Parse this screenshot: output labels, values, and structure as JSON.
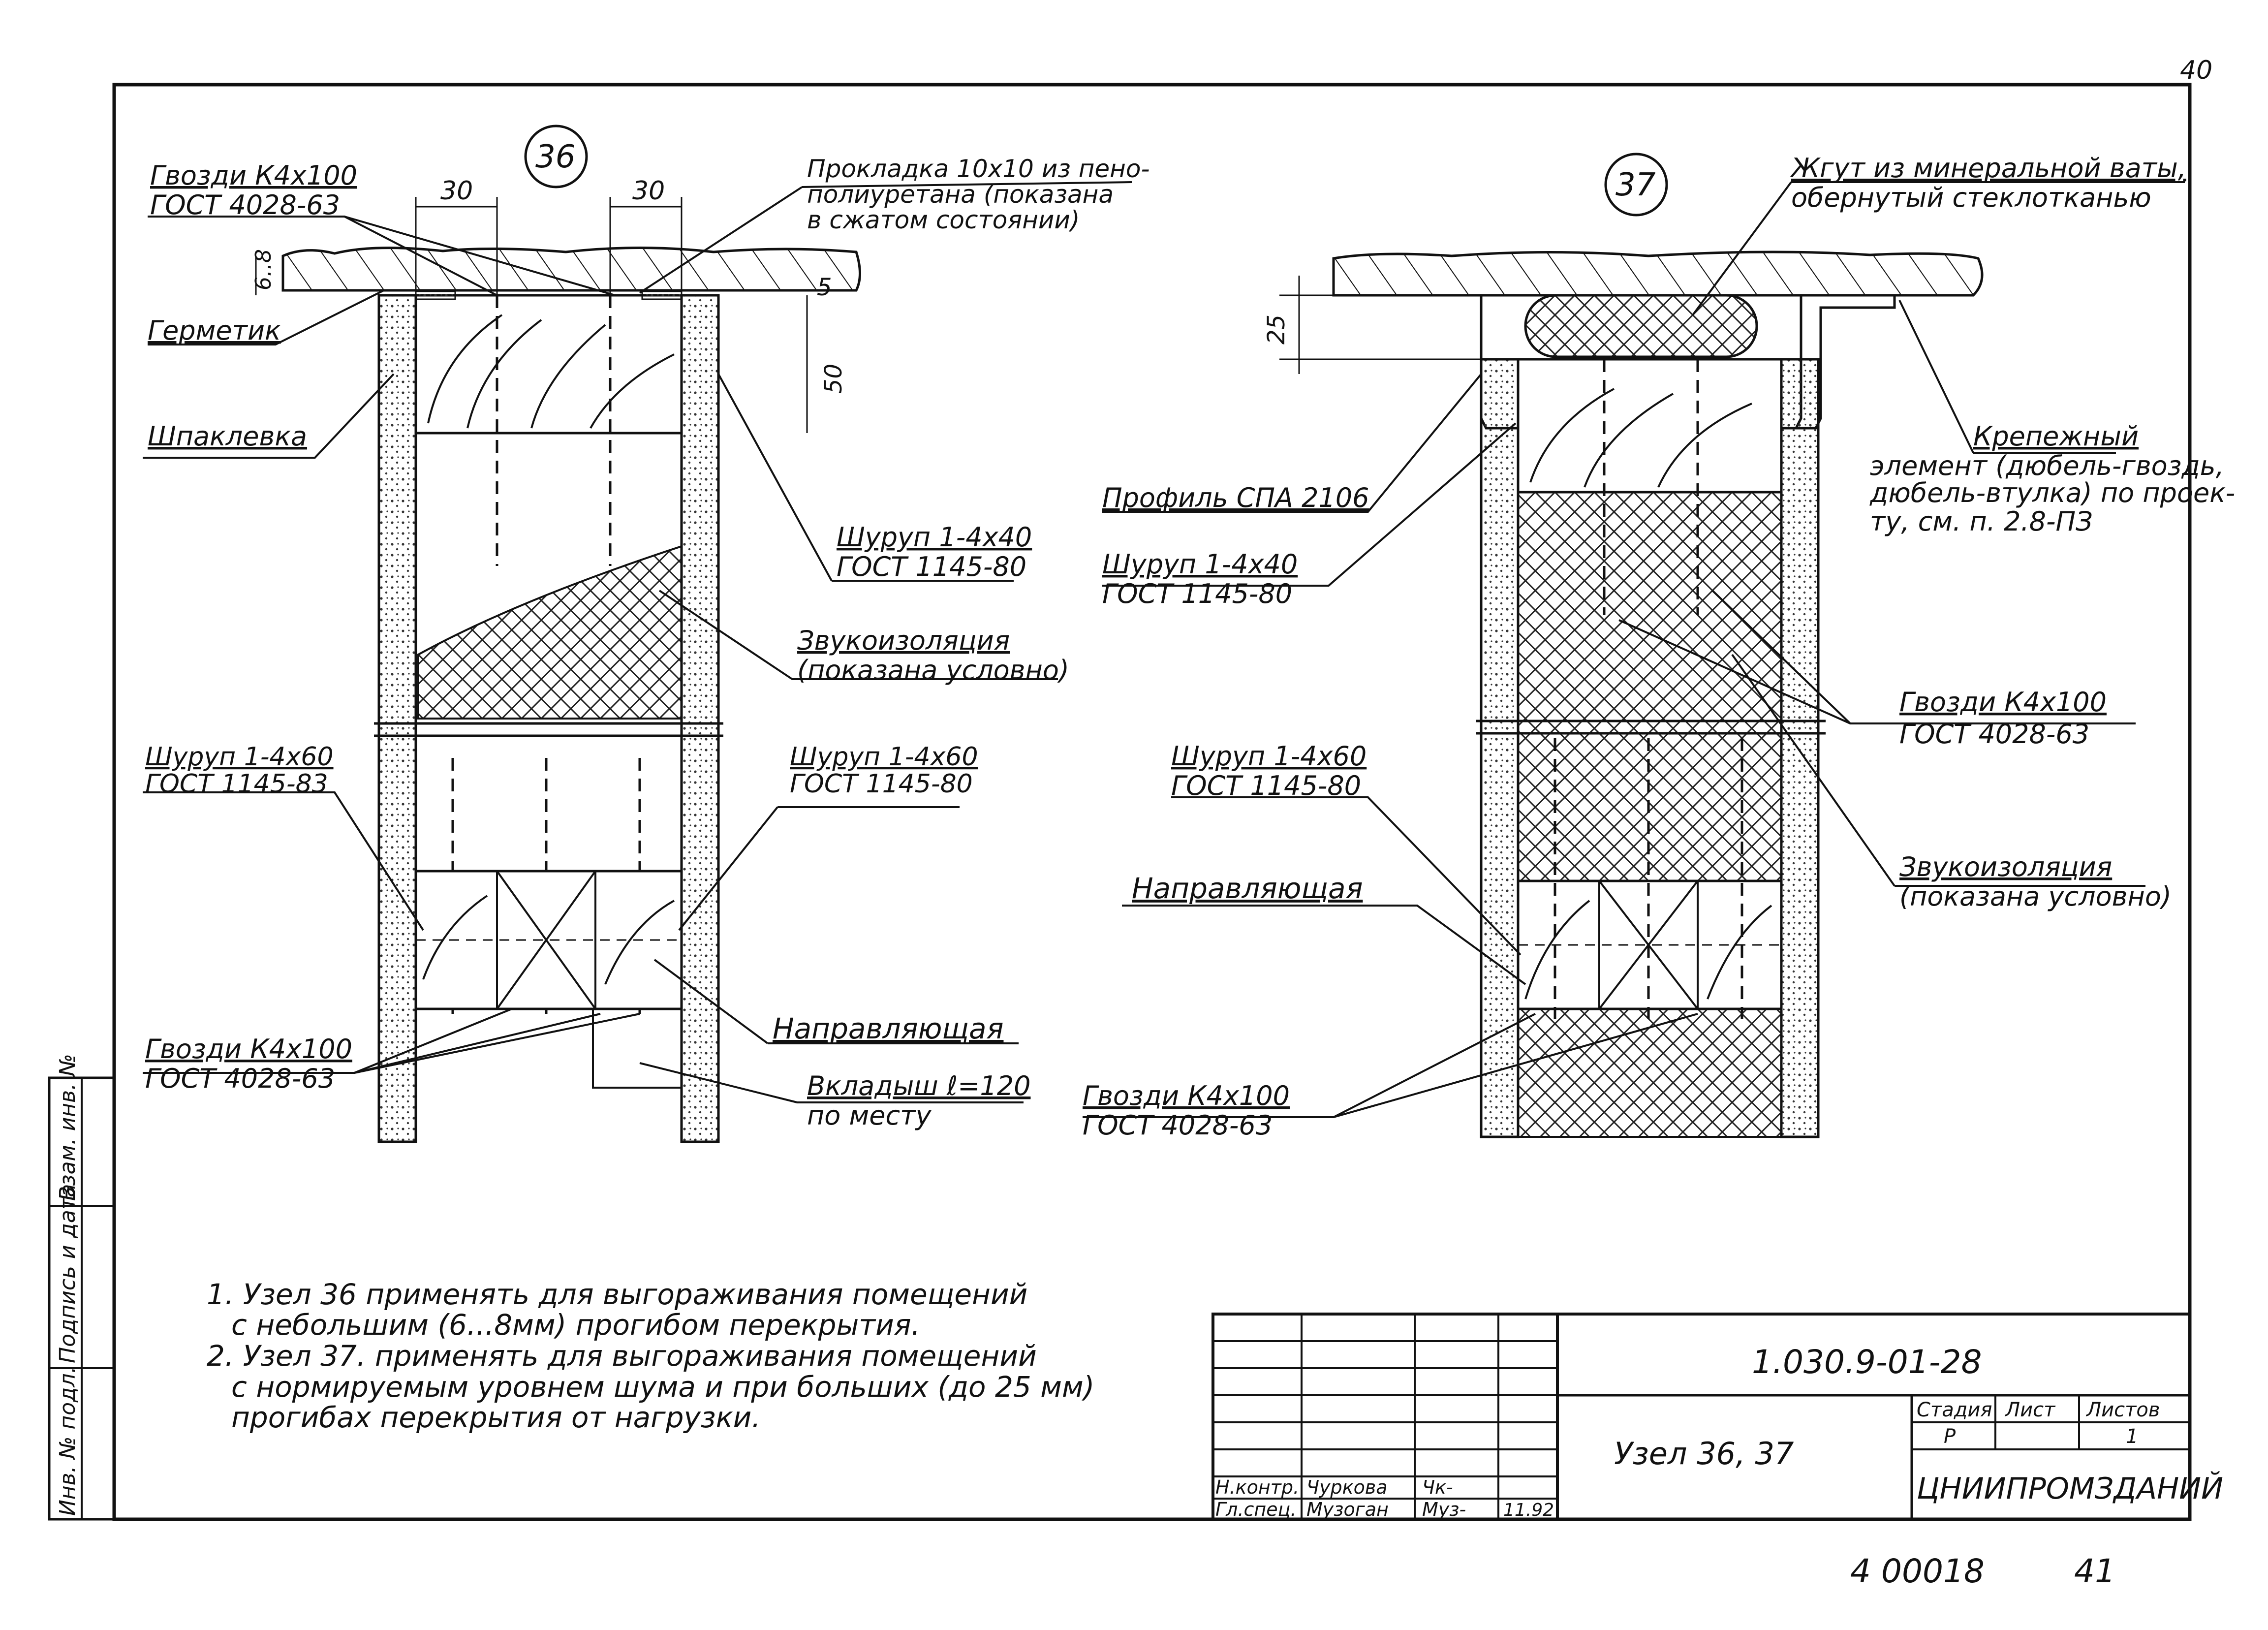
{
  "page_number_top": "40",
  "page_number_bottom": "41",
  "archive_code": "4 00018",
  "node36": {
    "marker": "36",
    "dim_30_left": "30",
    "dim_30_right": "30",
    "dim_6_8": "6..8",
    "dim_5": "5",
    "dim_50": "50",
    "nails_top": [
      "Гвозди К4х100",
      "ГОСТ 4028-63"
    ],
    "gasket": [
      "Прокладка 10х10 из пено-",
      "полиуретана (показана",
      "в сжатом состоянии)"
    ],
    "sealant": "Герметик",
    "putty": "Шпаклевка",
    "screw_40": [
      "Шуруп 1-4х40",
      "ГОСТ 1145-80"
    ],
    "sound": [
      "Звукоизоляция",
      "(показана условно)"
    ],
    "screw_60_left": [
      "Шуруп 1-4х60",
      "ГОСТ 1145-83"
    ],
    "screw_60_right": [
      "Шуруп 1-4х60",
      "ГОСТ 1145-80"
    ],
    "guide": "Направляющая",
    "insert": [
      "Вкладыш ℓ=120",
      "по месту"
    ],
    "nails_bottom": [
      "Гвозди К4х100",
      "ГОСТ 4028-63"
    ]
  },
  "node37": {
    "marker": "37",
    "dim_25": "25",
    "tow": [
      "Жгут из минеральной ваты,",
      "обернутый стеклотканью"
    ],
    "fastener": [
      "Крепежный",
      "элемент (дюбель-гвоздь,",
      "дюбель-втулка) по проек-",
      "ту,   см. п. 2.8-ПЗ"
    ],
    "profile": "Профиль СПА 2106",
    "screw_40": [
      "Шуруп 1-4х40",
      "ГОСТ 1145-80"
    ],
    "nails_right": [
      "Гвозди  К4х100",
      "ГОСТ 4028-63"
    ],
    "screw_60": [
      "Шуруп 1-4х60",
      "ГОСТ 1145-80"
    ],
    "guide": "Направляющая",
    "sound": [
      "Звукоизоляция",
      "(показана условно)"
    ],
    "nails_bottom": [
      "Гвозди К4х100",
      "ГОСТ 4028-63"
    ]
  },
  "notes": [
    "1. Узел 36  применять  для  выгораживания  помещений",
    "с небольшим  (6...8мм)  прогибом  перекрытия.",
    "2. Узел 37.  применять  для  выгораживания  помещений",
    "с  нормируемым  уровнем  шума и  при  больших  (до 25 мм)",
    "прогибах   перекрытия   от   нагрузки."
  ],
  "side_stamp": [
    "Инв. № подл.",
    "Подпись и дата",
    "Взам. инв. №"
  ],
  "title_block": {
    "doc_code": "1.030.9-01-28",
    "title": "Узел  36,  37",
    "stage_header": "Стадия",
    "sheet_header": "Лист",
    "sheets_header": "Листов",
    "stage_value": "Р",
    "sheets_value": "1",
    "org": "ЦНИИПРОМЗДАНИЙ",
    "row1_role": "Н.контр.",
    "row1_name": "Чуркова",
    "row1_sign": "Чк-",
    "row2_role": "Гл.спец.",
    "row2_name": "Музоган",
    "row2_sign": "Муз-",
    "date": "11.92"
  }
}
